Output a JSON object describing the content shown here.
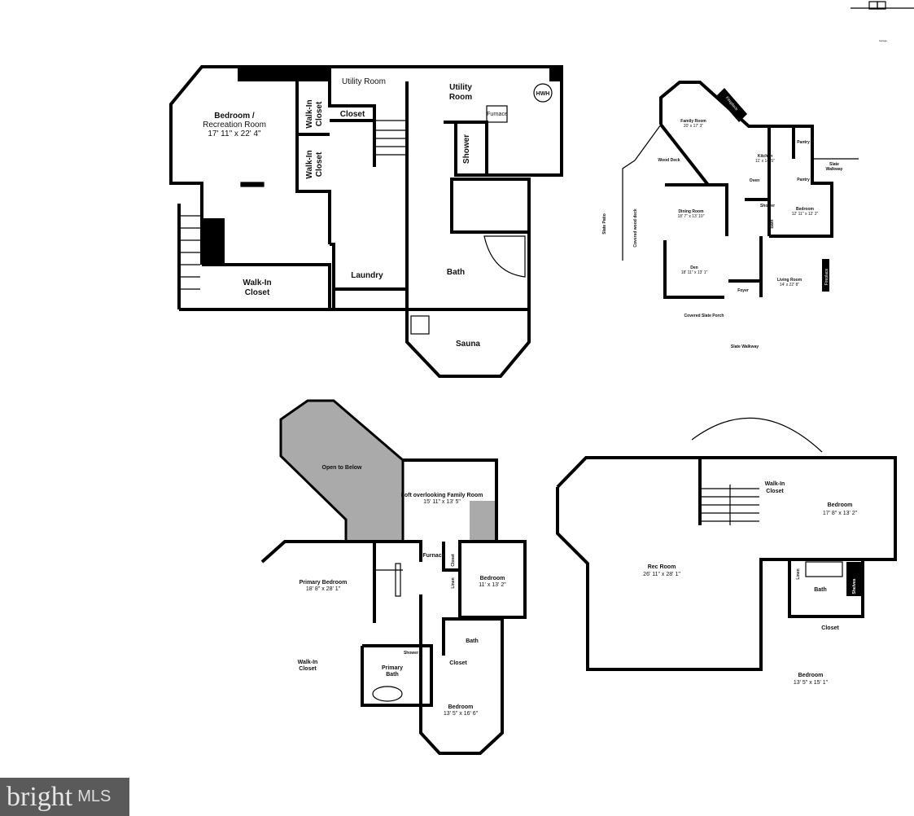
{
  "basement": {
    "bedroom_rec": "Bedroom /",
    "bedroom_rec2": "Recreation Room",
    "bedroom_rec_dim": "17' 11\" x 22' 4\"",
    "walkin1": "Walk-In",
    "walkin1b": "Closet",
    "walkin2": "Walk-In",
    "walkin2b": "Closet",
    "closet": "Closet",
    "utility1": "Utility Room",
    "utility2": "Utility",
    "utility2b": "Room",
    "hwh": "HWH",
    "furnace": "Furnace",
    "shower": "Shower",
    "walkin3": "Walk-In",
    "walkin3b": "Closet",
    "laundry": "Laundry",
    "bath": "Bath",
    "sauna": "Sauna"
  },
  "main": {
    "family_room": "Family Room",
    "family_room_dim": "20' x 17' 3\"",
    "fireplace": "Fireplace",
    "kitchen": "Kitchen",
    "kitchen_dim": "11' x 14' 5\"",
    "pantry1": "Pantry",
    "pantry2": "Pantry",
    "oven": "Oven",
    "slate_walkway_right": "Slate",
    "slate_walkway_right2": "Walkway",
    "wood_deck": "Wood Deck",
    "dining_room": "Dining Room",
    "dining_room_dim": "18' 7\" x 13' 10\"",
    "shower": "Shower",
    "bath": "Bath",
    "bedroom": "Bedroom",
    "bedroom_dim": "12' 11\" x 12' 2\"",
    "slate_patio": "Slate Patio",
    "covered_wood_deck": "Covered wood deck",
    "den": "Den",
    "den_dim": "18' 11\" x 13' 1\"",
    "foyer": "Foyer",
    "living_room": "Living Room",
    "living_room_dim": "14' x 22' 8\"",
    "fireplace2": "Fireplace",
    "covered_porch": "Covered Slate Porch",
    "slate_walkway": "Slate Walkway",
    "garage": "Garage"
  },
  "upper": {
    "open_below": "Open to Below",
    "loft": "Loft overlooking Family Room",
    "loft_dim": "15' 11\" x 13' 5\"",
    "primary_bedroom": "Primary Bedroom",
    "primary_bedroom_dim": "18' 8\" x 28' 1\"",
    "furnace": "Furnace",
    "closet": "Closet",
    "linen": "Linen",
    "bedroom1": "Bedroom",
    "bedroom1_dim": "11' x 13' 2\"",
    "walkin": "Walk-In",
    "walkinb": "Closet",
    "shower": "Shower",
    "primary_bath": "Primary",
    "primary_bath2": "Bath",
    "bath": "Bath",
    "closet2": "Closet",
    "bedroom2": "Bedroom",
    "bedroom2_dim": "13' 5\" x 16' 6\""
  },
  "third": {
    "rec_room": "Rec Room",
    "rec_room_dim": "26' 11\" x 28' 1\"",
    "walkin": "Walk-In",
    "walkinb": "Closet",
    "bedroom1": "Bedroom",
    "bedroom1_dim": "17' 8\" x 13' 2\"",
    "linen": "Linen",
    "bath": "Bath",
    "shelves": "Shelves",
    "closet": "Closet",
    "bedroom2": "Bedroom",
    "bedroom2_dim": "13' 5\" x 15' 1\""
  },
  "logo": {
    "brand": "bright",
    "suffix": "MLS"
  }
}
